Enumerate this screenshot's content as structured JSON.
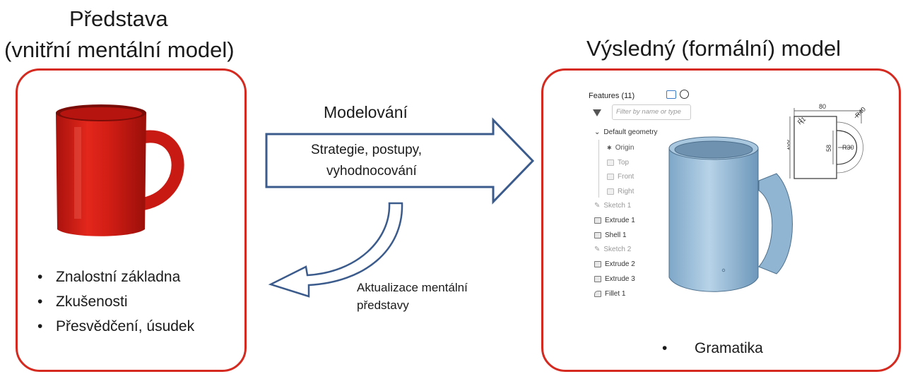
{
  "left": {
    "title_line1": "Představa",
    "title_line2": "(vnitřní mentální model)",
    "bullets": [
      "Znalostní základna",
      "Zkušenosti",
      "Přesvědčení, úsudek"
    ]
  },
  "right": {
    "title": "Výsledný (formální) model",
    "bullets": [
      "Gramatika"
    ]
  },
  "arrow": {
    "label": "Modelování",
    "line1": "Strategie, postupy,",
    "line2": "vyhodnocování"
  },
  "feedback": {
    "line1": "Aktualizace mentální",
    "line2": "představy"
  },
  "bullet_char": "•",
  "cad": {
    "panel_title": "Features (11)",
    "filter_placeholder": "Filter by name or type",
    "group": "Default geometry",
    "geometry": [
      "Origin",
      "Top",
      "Front",
      "Right"
    ],
    "features": [
      {
        "label": "Sketch 1",
        "icon": "sketch-icon"
      },
      {
        "label": "Extrude 1",
        "icon": "extrude-icon"
      },
      {
        "label": "Shell 1",
        "icon": "shell-icon"
      },
      {
        "label": "Sketch 2",
        "icon": "sketch-icon"
      },
      {
        "label": "Extrude 2",
        "icon": "extrude-icon"
      },
      {
        "label": "Extrude 3",
        "icon": "extrude-icon"
      },
      {
        "label": "Fillet 1",
        "icon": "fillet-icon"
      }
    ],
    "dimensions": {
      "width": "80",
      "height": "100",
      "inner": "58",
      "r1": "R1",
      "r40": "R40",
      "r30": "R30"
    }
  },
  "colors": {
    "frame": "#d42a20",
    "arrow": "#3b5b8c",
    "mug_red": "#d9231a",
    "cad_blue": "#8fb8d8"
  }
}
